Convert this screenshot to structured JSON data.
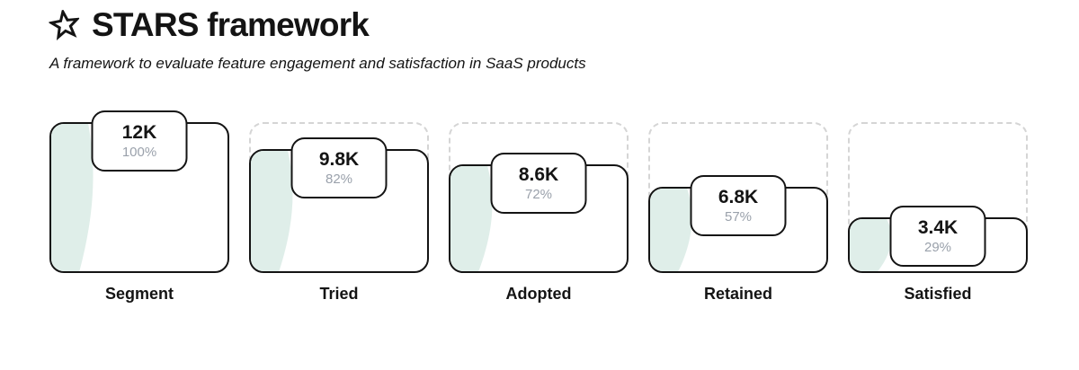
{
  "header": {
    "icon": "star-icon",
    "title": "STARS framework",
    "subtitle": "A framework to evaluate feature engagement and satisfaction in SaaS products"
  },
  "colors": {
    "ink": "#141414",
    "mint": "#dfeee9",
    "ghost": "#d5d5d5",
    "muted": "#9aa1ab"
  },
  "funnel": {
    "stages": [
      {
        "label": "Segment",
        "value": "12K",
        "pct": 100,
        "pct_label": "100%"
      },
      {
        "label": "Tried",
        "value": "9.8K",
        "pct": 82,
        "pct_label": "82%"
      },
      {
        "label": "Adopted",
        "value": "8.6K",
        "pct": 72,
        "pct_label": "72%"
      },
      {
        "label": "Retained",
        "value": "6.8K",
        "pct": 57,
        "pct_label": "57%"
      },
      {
        "label": "Satisfied",
        "value": "3.4K",
        "pct": 29,
        "pct_label": "29%"
      }
    ]
  },
  "chart_data": {
    "type": "funnel",
    "title": "STARS framework",
    "subtitle": "A framework to evaluate feature engagement and satisfaction in SaaS products",
    "categories": [
      "Segment",
      "Tried",
      "Adopted",
      "Retained",
      "Satisfied"
    ],
    "values": [
      12000,
      9800,
      8600,
      6800,
      3400
    ],
    "value_labels": [
      "12K",
      "9.8K",
      "8.6K",
      "6.8K",
      "3.4K"
    ],
    "percentages": [
      100,
      82,
      72,
      57,
      29
    ],
    "legend_position": "none",
    "grid": false
  }
}
